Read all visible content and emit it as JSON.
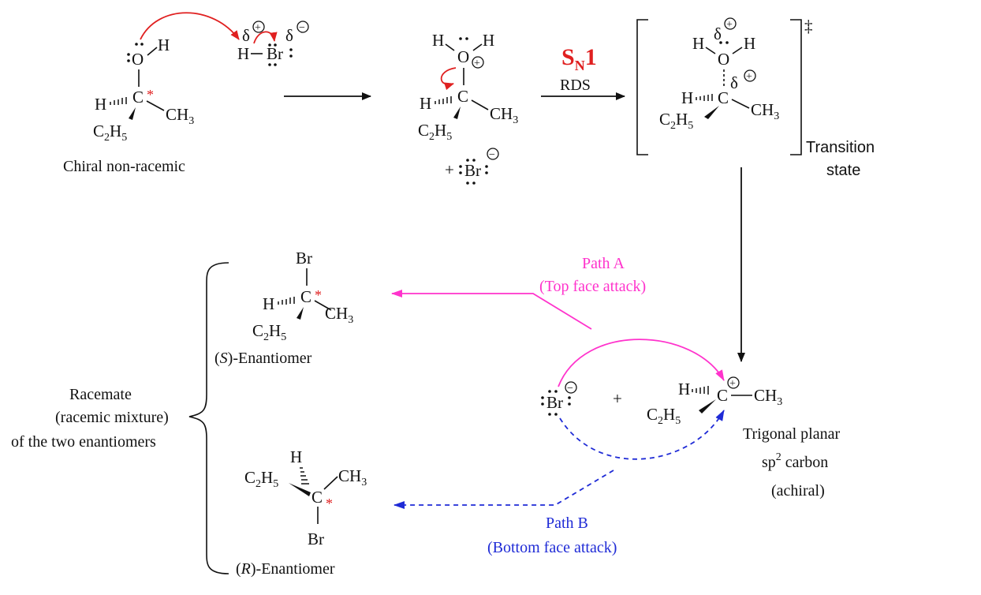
{
  "colors": {
    "red": "#e02020",
    "magenta": "#ff33cc",
    "blue": "#1f2bd6",
    "black": "#111111"
  },
  "atoms": {
    "H": "H",
    "O": "O",
    "C": "C",
    "Br": "Br",
    "CH3_main": "CH",
    "CH3_sub": "3",
    "C2H5_c": "C",
    "C2H5_2": "2",
    "C2H5_h": "H",
    "C2H5_5": "5",
    "delta": "δ",
    "star": "*",
    "plus": "+",
    "minus": "−",
    "dagger": "‡"
  },
  "labels": {
    "chiral": "Chiral non-racemic",
    "sn1_main": "S",
    "sn1_sub": "N",
    "sn1_num": "1",
    "rds": "RDS",
    "transition_state_1": "Transition",
    "transition_state_2": "state",
    "path_a_1": "Path A",
    "path_a_2": "(Top face attack)",
    "path_b_1": "Path B",
    "path_b_2": "(Bottom face attack)",
    "s_open": "(",
    "s_letter": "S",
    "s_rest": ")-Enantiomer",
    "r_open": "(",
    "r_letter": "R",
    "r_rest": ")-Enantiomer",
    "racemate_1": "Racemate",
    "racemate_2": "(racemic mixture)",
    "racemate_3": "of the two enantiomers",
    "trigonal_1": "Trigonal planar",
    "trigonal_2a": "sp",
    "trigonal_2b": "2",
    "trigonal_2c": " carbon",
    "trigonal_3": "(achiral)",
    "plus_sign": "+"
  }
}
